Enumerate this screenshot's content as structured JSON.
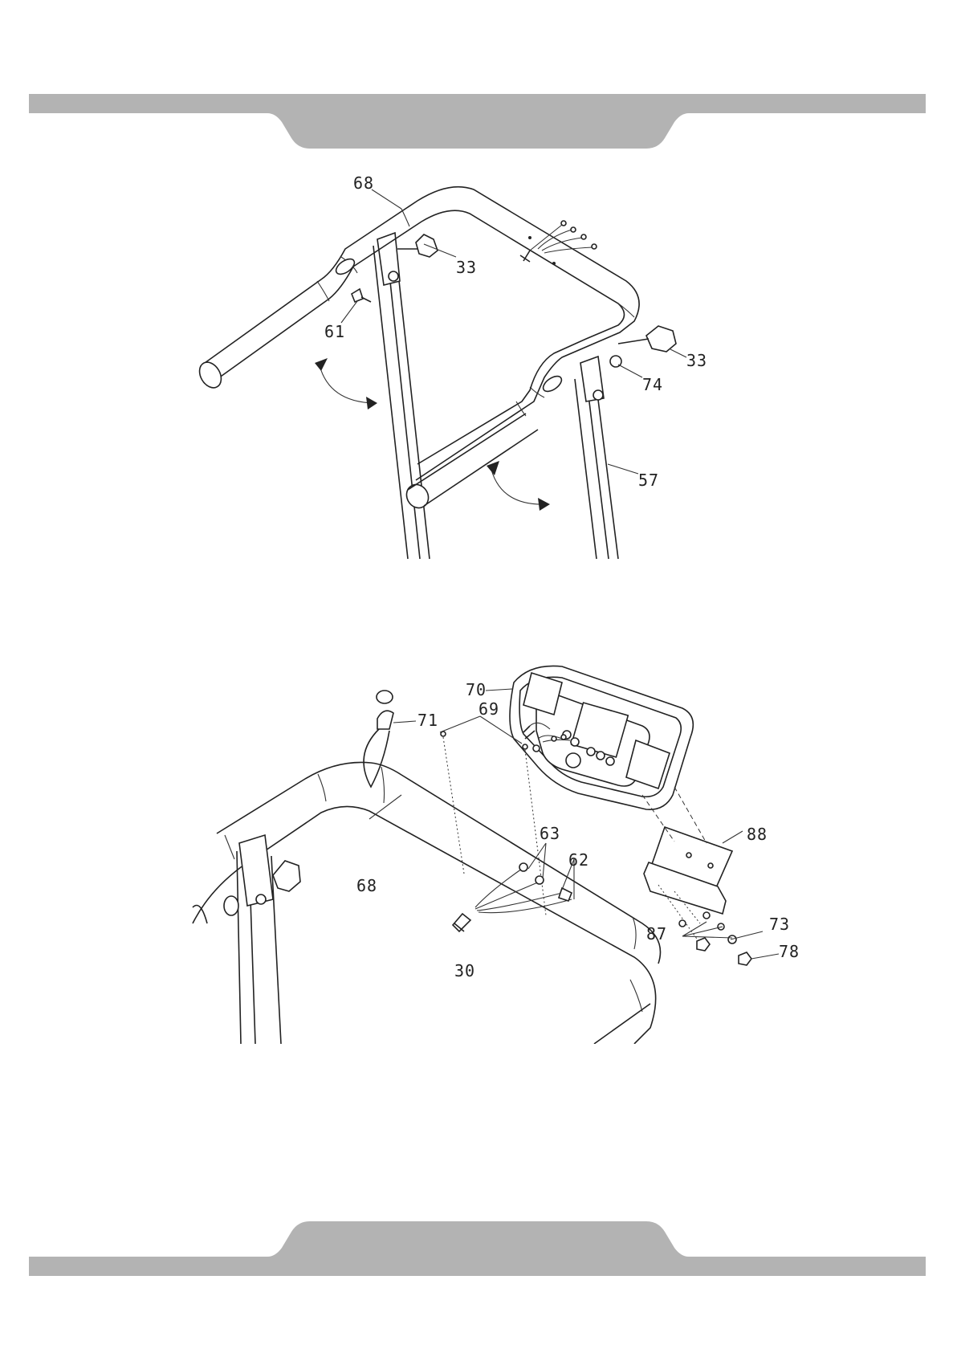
{
  "colors": {
    "band": "#b3b3b3",
    "line": "#222222"
  },
  "figure1": {
    "callouts": [
      "68",
      "33",
      "61",
      "33",
      "74",
      "57"
    ]
  },
  "figure2": {
    "callouts": [
      "71",
      "70",
      "69",
      "63",
      "62",
      "88",
      "68",
      "73",
      "87",
      "78",
      "30"
    ]
  }
}
